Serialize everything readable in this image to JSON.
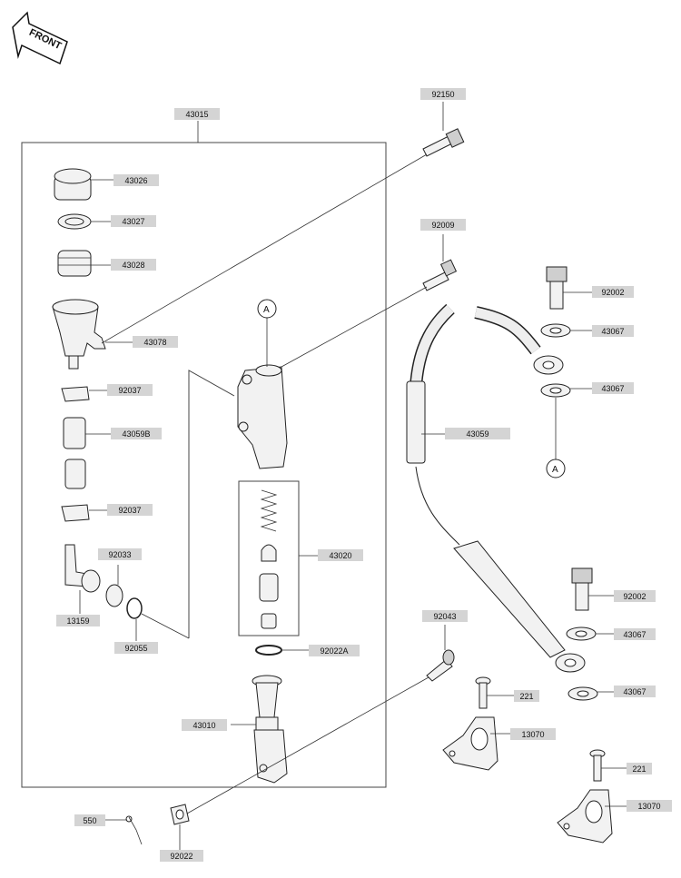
{
  "front_label": "FRONT",
  "ref_marks": [
    "A",
    "A"
  ],
  "labels": {
    "p92150": "92150",
    "p43015": "43015",
    "p43026": "43026",
    "p43027": "43027",
    "p43028": "43028",
    "p43078": "43078",
    "p92037a": "92037",
    "p43059b": "43059B",
    "p92037b": "92037",
    "p92033": "92033",
    "p13159": "13159",
    "p92055": "92055",
    "p92009": "92009",
    "p43020": "43020",
    "p92022a": "92022A",
    "p43010": "43010",
    "p92043": "92043",
    "p550": "550",
    "p92022": "92022",
    "p92002a": "92002",
    "p43067a": "43067",
    "p43067b": "43067",
    "p43059": "43059",
    "p92002b": "92002",
    "p43067c": "43067",
    "p43067d": "43067",
    "p221a": "221",
    "p13070a": "13070",
    "p221b": "221",
    "p13070b": "13070"
  }
}
